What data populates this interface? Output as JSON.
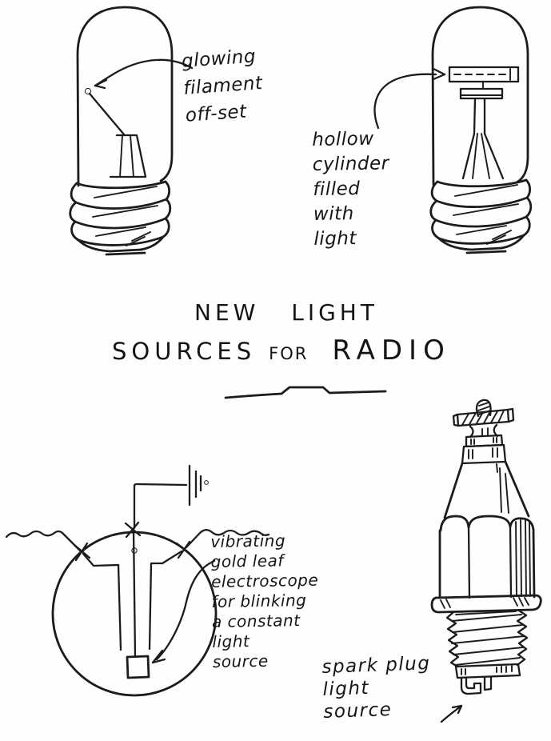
{
  "page": {
    "background": "#fefefe",
    "ink_color": "#1c1c1c"
  },
  "title": {
    "line1": "NEW LIGHT",
    "line2_words": [
      "SOURCES",
      "FOR",
      "RADIO"
    ]
  },
  "labels": {
    "bulb_offset": "glowing\nfilament\noff-set",
    "bulb_hollow": "hollow\ncylinder\nfilled\nwith\nlight",
    "electroscope": "vibrating\ngold leaf\nelectroscope\nfor blinking\na constant\nlight\nsource",
    "spark_plug": "spark plug\nlight\nsource"
  }
}
